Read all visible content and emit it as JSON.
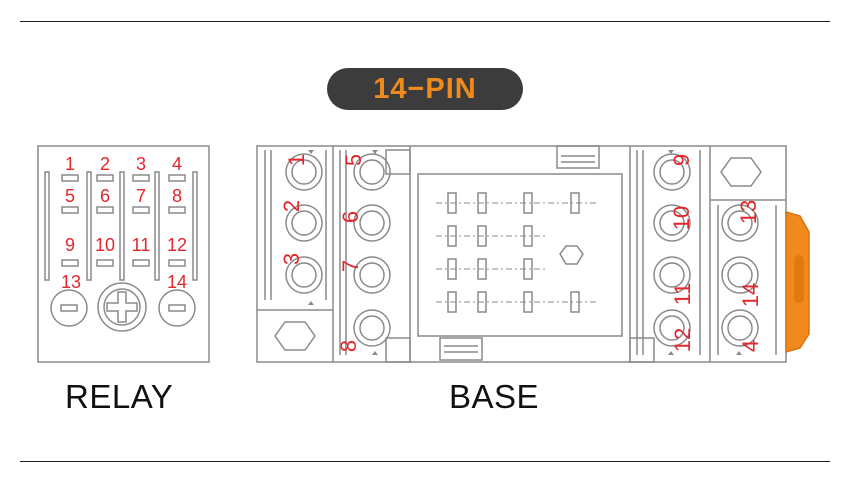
{
  "header": {
    "title": "14−PIN"
  },
  "relay": {
    "label": "RELAY",
    "pins": [
      "1",
      "2",
      "3",
      "4",
      "5",
      "6",
      "7",
      "8",
      "9",
      "10",
      "11",
      "12",
      "13",
      "14"
    ]
  },
  "base": {
    "label": "BASE",
    "pins": [
      "1",
      "5",
      "2",
      "6",
      "3",
      "7",
      "8",
      "9",
      "10",
      "13",
      "11",
      "14",
      "12",
      "4"
    ]
  },
  "colors": {
    "accent": "#f08a1c",
    "pin_label": "#e3262b",
    "badge_bg": "#3c3c3c",
    "line": "#8a8a8a"
  }
}
